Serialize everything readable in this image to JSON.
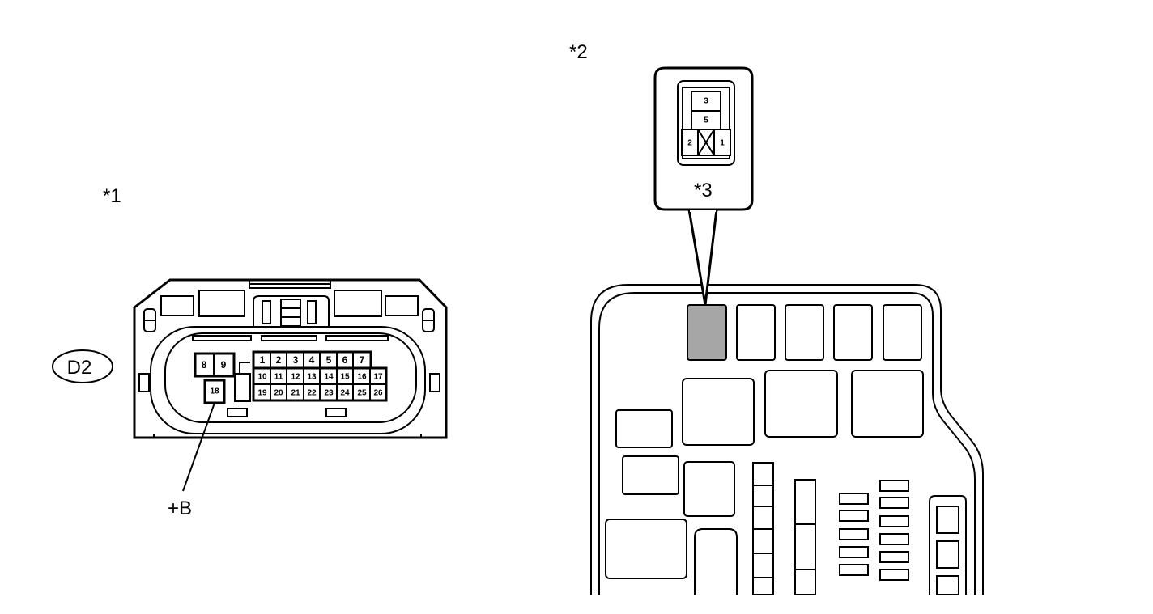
{
  "callouts": {
    "c1": "*1",
    "c2": "*2",
    "c3": "*3"
  },
  "connector": {
    "code": "D2",
    "power_label": "+B",
    "pins_left": [
      "8",
      "9",
      "18"
    ],
    "pins_row1": [
      "1",
      "2",
      "3",
      "4",
      "5",
      "6",
      "7"
    ],
    "pins_row2": [
      "10",
      "11",
      "12",
      "13",
      "14",
      "15",
      "16",
      "17"
    ],
    "pins_row3": [
      "19",
      "20",
      "21",
      "22",
      "23",
      "24",
      "25",
      "26"
    ]
  },
  "relay": {
    "pins": [
      "3",
      "5",
      "2",
      "1"
    ]
  },
  "colors": {
    "highlight": "#a6a6a6",
    "line": "#000000"
  }
}
